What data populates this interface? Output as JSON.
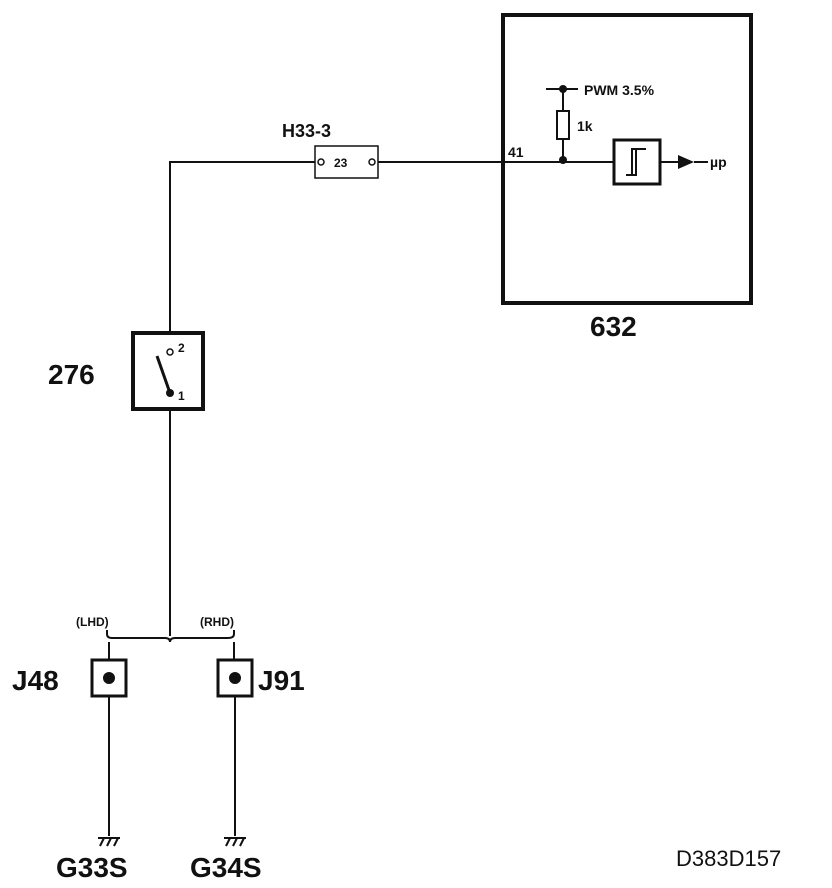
{
  "diagram": {
    "connector": {
      "name": "H33-3",
      "pin": "23"
    },
    "module": {
      "name": "632",
      "pin": "41",
      "supply": "PWM 3.5%",
      "resistor": "1k",
      "output": "µp"
    },
    "switch": {
      "name": "276",
      "pin_top": "2",
      "pin_bottom": "1"
    },
    "variant_left": "(LHD)",
    "variant_right": "(RHD)",
    "splice_left": "J48",
    "splice_right": "J91",
    "ground_left": "G33S",
    "ground_right": "G34S",
    "drawing_id": "D383D157"
  }
}
